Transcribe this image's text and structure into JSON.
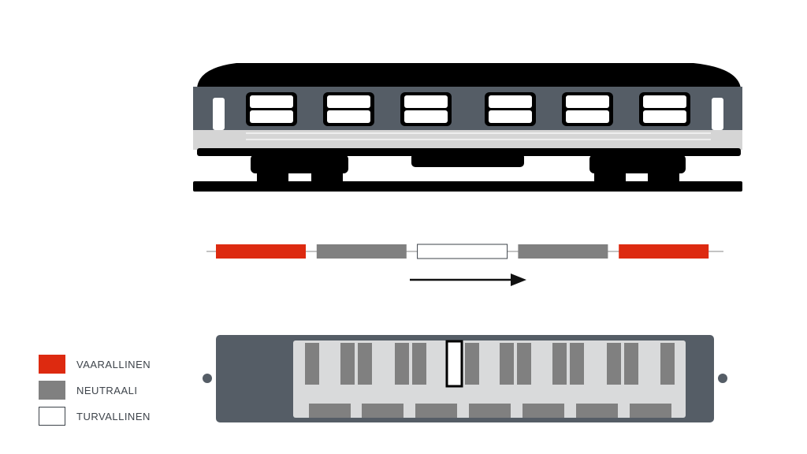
{
  "legend": {
    "items": [
      {
        "label": "VAARALLINEN",
        "color": "#dd2a10"
      },
      {
        "label": "NEUTRAALI",
        "color": "#808080"
      },
      {
        "label": "TURVALLINEN",
        "color": "#ffffff"
      }
    ]
  },
  "zones": [
    "VAARALLINEN",
    "NEUTRAALI",
    "TURVALLINEN",
    "NEUTRAALI",
    "VAARALLINEN"
  ],
  "colors": {
    "body": "#555d66",
    "interior": "#d9dadb",
    "seat": "#808080",
    "danger": "#dd2a10",
    "roof": "#000000"
  },
  "direction": "right",
  "highlighted_seat_zone": "TURVALLINEN"
}
